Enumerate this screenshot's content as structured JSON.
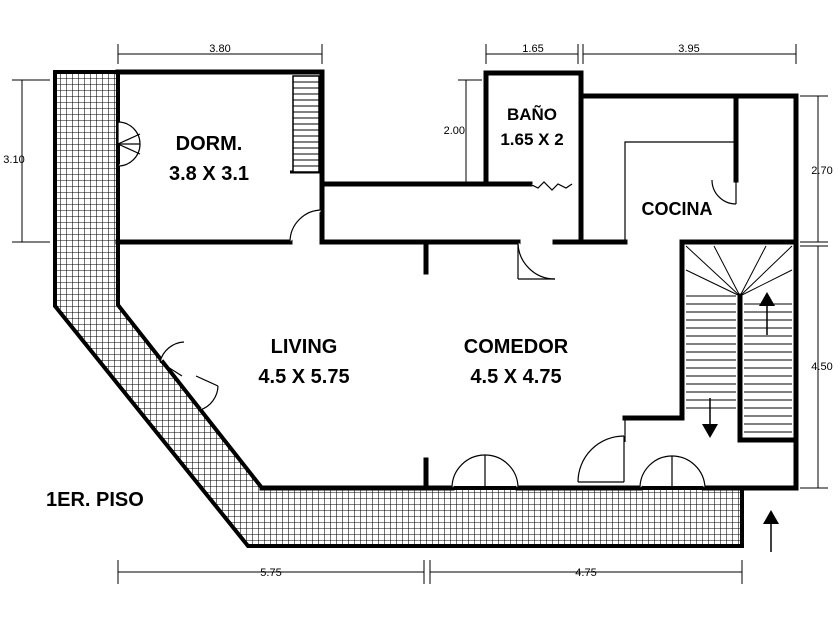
{
  "plan": {
    "floor_label": "1ER. PISO",
    "rooms": {
      "dorm": {
        "name": "DORM.",
        "size": "3.8 X 3.1"
      },
      "bano": {
        "name": "BAÑO",
        "size": "1.65 X 2"
      },
      "cocina": {
        "name": "COCINA"
      },
      "living": {
        "name": "LIVING",
        "size": "4.5 X 5.75"
      },
      "comedor": {
        "name": "COMEDOR",
        "size": "4.5 X 4.75"
      }
    },
    "dimensions": {
      "top_dorm": "3.80",
      "top_bano": "1.65",
      "top_cocina": "3.95",
      "left_dorm": "3.10",
      "bano_height": "2.00",
      "right_cocina": "2.70",
      "right_stair": "4.50",
      "bottom_living": "5.75",
      "bottom_comedor": "4.75"
    }
  }
}
